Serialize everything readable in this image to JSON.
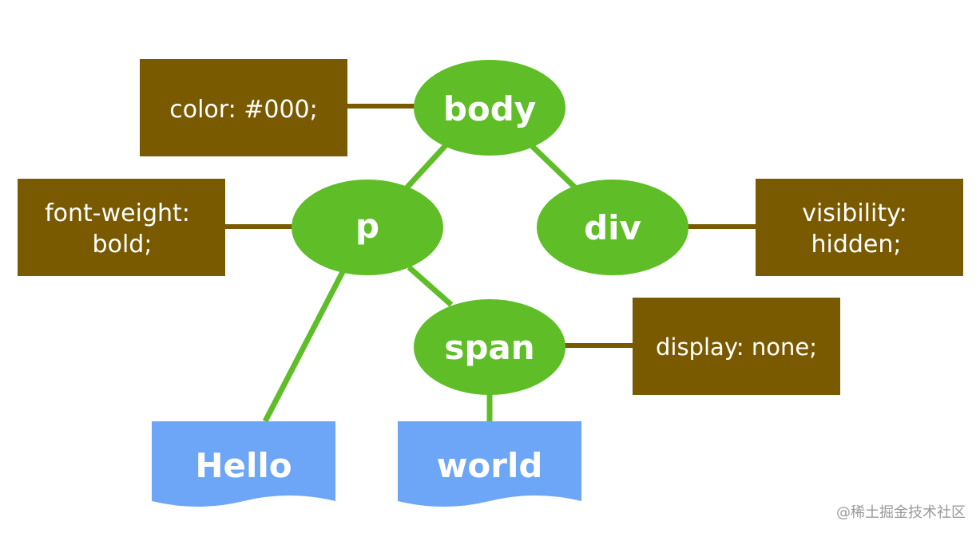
{
  "nodes": {
    "body": "body",
    "p": "p",
    "div": "div",
    "span": "span"
  },
  "styles": {
    "body": [
      "color: #000;"
    ],
    "p": [
      "font-weight:",
      "bold;"
    ],
    "div": [
      "visibility:",
      "hidden;"
    ],
    "span": [
      "display: none;"
    ]
  },
  "text_nodes": {
    "hello": "Hello",
    "world": "world"
  },
  "watermark": "@稀土掘金技术社区",
  "colors": {
    "element_node": "#5fbe28",
    "style_box": "#7a5a00",
    "text_node": "#6ea6f7",
    "edge": "#5fbe28",
    "style_edge": "#7a5a00"
  }
}
